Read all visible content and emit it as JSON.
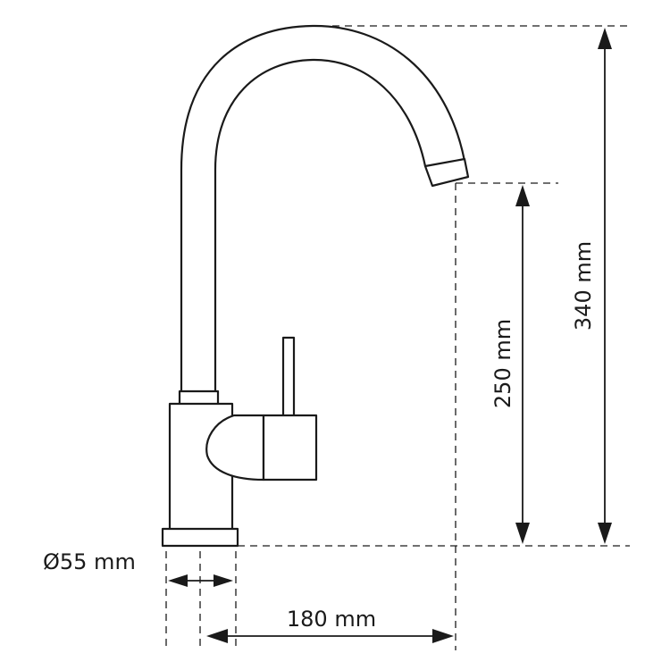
{
  "dimensions": {
    "total_height": "340 mm",
    "spout_height": "250 mm",
    "spout_reach": "180 mm",
    "base_diameter": "Ø55 mm"
  }
}
